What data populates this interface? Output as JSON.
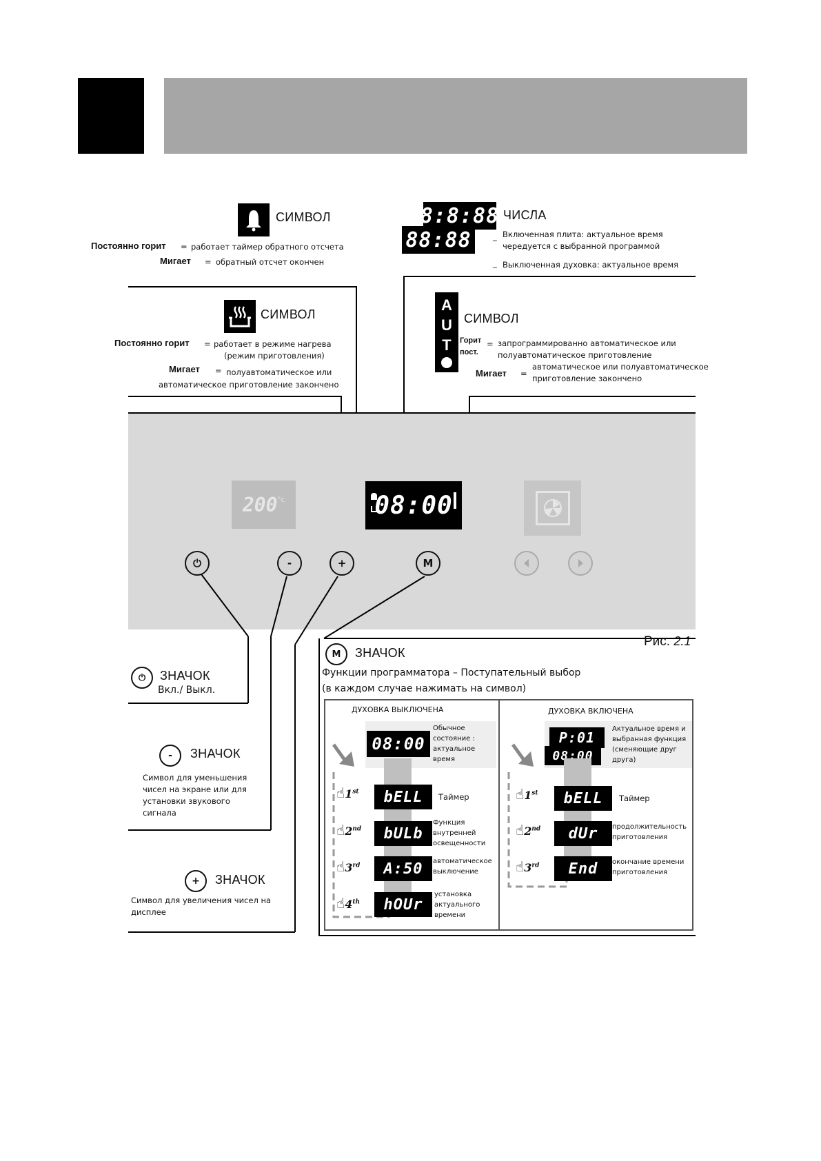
{
  "header": {},
  "figure_label": {
    "prefix": "Рис.",
    "number": "2.1"
  },
  "bell_symbol": {
    "title": "СИМВОЛ",
    "row1_label": "Постоянно горит",
    "row1_text": "работает таймер обратного отсчета",
    "row2_label": "Мигает",
    "row2_text": "обратный отсчет окончен"
  },
  "numbers": {
    "title": "ЧИСЛА",
    "lcd_top": "8:8:88",
    "lcd_bottom": "88:88",
    "line1": "Включенная плита: актуальное время",
    "line2": "чередуется с выбранной программой",
    "line3": "Выключенная духовка: актуальное время"
  },
  "heat_symbol": {
    "title": "СИМВОЛ",
    "row1_label": "Постоянно горит",
    "row1_text_a": "работает в режиме нагрева",
    "row1_text_b": "(режим приготовления)",
    "row2_label": "Мигает",
    "row2_text_a": "полуавтоматическое или",
    "row2_text_b": "автоматическое приготовление закончено"
  },
  "auto_symbol": {
    "title": "СИМВОЛ",
    "letters": [
      "A",
      "U",
      "T"
    ],
    "row1_label_a": "Горит",
    "row1_label_b": "пост.",
    "row1_text_a": "запрограммированно автоматическое или",
    "row1_text_b": "полуавтоматическое приготовление",
    "row2_label": "Мигает",
    "row2_text_a": "автоматическое или полуавтоматическое",
    "row2_text_b": "приготовление закончено"
  },
  "panel": {
    "temp_display": "200",
    "temp_unit": "°c",
    "clock_display": "08:00",
    "buttons": {
      "power": "⏻",
      "minus": "-",
      "plus": "+",
      "menu": "M"
    }
  },
  "power_icon": {
    "title": "ЗНАЧОК",
    "text": "Вкл./ Выкл."
  },
  "minus_icon": {
    "title": "ЗНАЧОК",
    "line1": "Символ для уменьшения",
    "line2": "чисел на экране или для",
    "line3": "установки звукового",
    "line4": "сигнала"
  },
  "plus_icon": {
    "title": "ЗНАЧОК",
    "line1": "Символ для увеличения чисел на",
    "line2": "дисплее"
  },
  "menu_icon": {
    "title": "ЗНАЧОК",
    "subtitle1": "Функции программатора – Поступательный выбор",
    "subtitle2": "(в каждом случае нажимать на символ)"
  },
  "oven_off": {
    "heading": "ДУХОВКА ВЫКЛЮЧЕНА",
    "start_lcd": "08:00",
    "start_text": [
      "Обычное",
      "состояние :",
      "актуальное",
      "время"
    ],
    "steps": [
      {
        "n": "1",
        "suf": "st",
        "lcd": "bELL",
        "text": [
          "Таймер"
        ]
      },
      {
        "n": "2",
        "suf": "nd",
        "lcd": "bULb",
        "text": [
          "Функция",
          "внутренней",
          "освещенности"
        ]
      },
      {
        "n": "3",
        "suf": "rd",
        "lcd": "A:50",
        "text": [
          "автоматическое",
          "выключение"
        ]
      },
      {
        "n": "4",
        "suf": "th",
        "lcd": "hOUr",
        "text": [
          "установка",
          "актуального",
          "времени"
        ]
      }
    ]
  },
  "oven_on": {
    "heading": "ДУХОВКА ВКЛЮЧЕНА",
    "start_lcd_top": "P:01",
    "start_lcd_bottom": "08:00",
    "start_text": [
      "Актуальное время и",
      "выбранная функция",
      "(сменяющие друг",
      "друга)"
    ],
    "steps": [
      {
        "n": "1",
        "suf": "st",
        "lcd": "bELL",
        "text": [
          "Таймер"
        ]
      },
      {
        "n": "2",
        "suf": "nd",
        "lcd": "dUr",
        "text": [
          "продолжительность",
          "приготовления"
        ]
      },
      {
        "n": "3",
        "suf": "rd",
        "lcd": "End",
        "text": [
          "окончание времени",
          "приготовления"
        ]
      }
    ]
  }
}
